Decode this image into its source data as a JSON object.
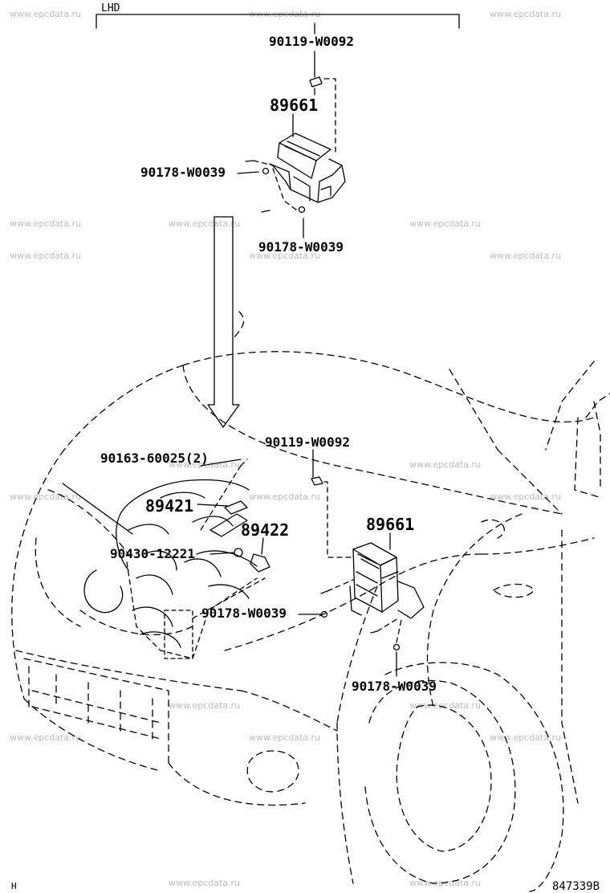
{
  "header": {
    "variant_label": "LHD"
  },
  "labels": {
    "bolt_top": "90119-W0092",
    "ecu_top": "89661",
    "nut_top_left": "90178-W0039",
    "nut_top_bottom": "90178-W0039",
    "bolt_mid": "90119-W0092",
    "bolt_sensor": "90163-60025(2)",
    "sensor_1": "89421",
    "sensor_2": "89422",
    "grommet": "90430-12221",
    "nut_mid": "90178-W0039",
    "ecu_mid": "89661",
    "nut_bottom": "90178-W0039"
  },
  "footer": {
    "left_code": "H",
    "diagram_id": "847339B"
  },
  "watermarks": [
    "www.epcdata.ru",
    "www.epcdata.ru",
    "www.epcdata.ru",
    "www.epcdata.ru",
    "www.epcdata.ru",
    "www.epcdata.ru",
    "www.epcdata.ru",
    "www.epcdata.ru",
    "www.epcdata.ru",
    "www.epcdata.ru",
    "www.epcdata.ru",
    "www.epcdata.ru",
    "www.epcdata.ru",
    "www.epcdata.ru",
    "www.epcdata.ru",
    "www.epcdata.ru",
    "www.epcdata.ru",
    "www.epcdata.ru",
    "www.epcdata.ru",
    "www.epcdata.ru",
    "www.epcdata.ru"
  ]
}
